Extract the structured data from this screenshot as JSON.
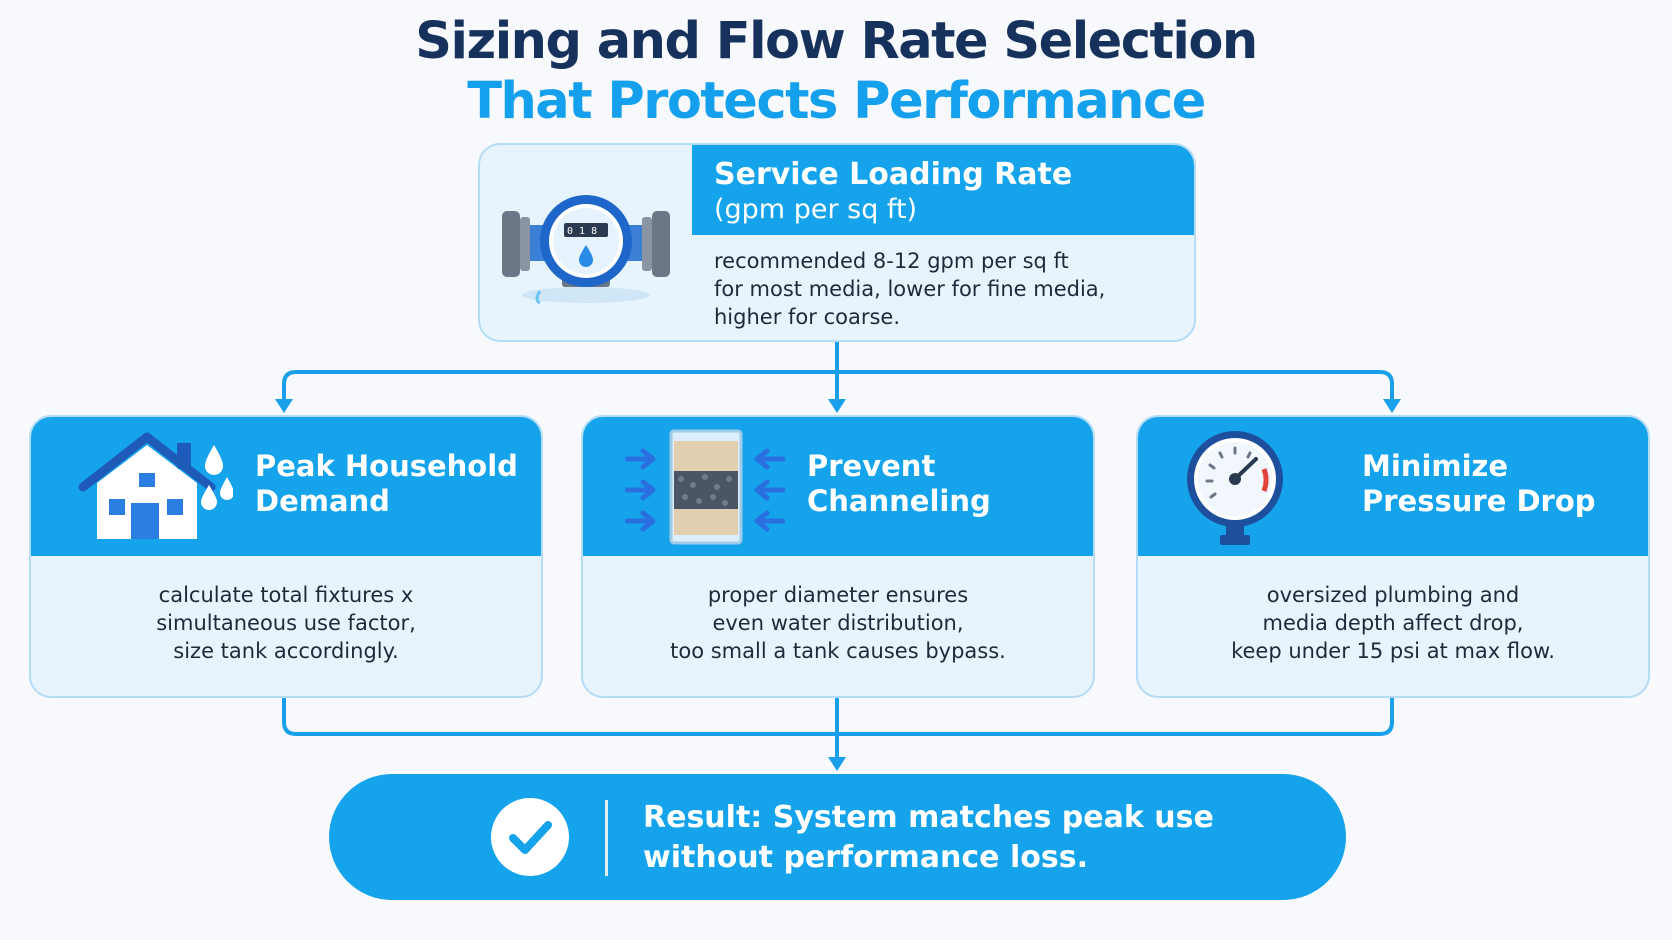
{
  "title": {
    "line1": "Sizing and Flow Rate Selection",
    "line2": "That Protects Performance"
  },
  "top_card": {
    "heading": "Service Loading Rate",
    "subheading": "(gpm per sq ft)",
    "body": [
      "recommended 8-12 gpm per sq ft",
      "for most media, lower for fine media,",
      "higher for coarse."
    ],
    "icon": "flow-meter-icon"
  },
  "cards": [
    {
      "icon": "house-water-icon",
      "heading": [
        "Peak Household",
        "Demand"
      ],
      "body": [
        "calculate total fixtures x",
        "simultaneous use factor,",
        "size tank accordingly."
      ]
    },
    {
      "icon": "filter-tank-icon",
      "heading": [
        "Prevent",
        "Channeling"
      ],
      "body": [
        "proper diameter ensures",
        "even water distribution,",
        "too small a tank causes bypass."
      ]
    },
    {
      "icon": "pressure-gauge-icon",
      "heading": [
        "Minimize",
        "Pressure Drop"
      ],
      "body": [
        "oversized plumbing and",
        "media depth affect drop,",
        "keep under 15 psi at max flow."
      ]
    }
  ],
  "result": {
    "icon": "checkmark-icon",
    "lines": [
      "Result: System matches peak use",
      "without performance loss."
    ]
  },
  "colors": {
    "accent": "#15a3ec",
    "title_dark": "#16325c",
    "title_blue": "#14a0ec",
    "card_bg": "#e8f4fd",
    "card_border": "#b4dcf6",
    "connector": "#1aa0ea"
  }
}
